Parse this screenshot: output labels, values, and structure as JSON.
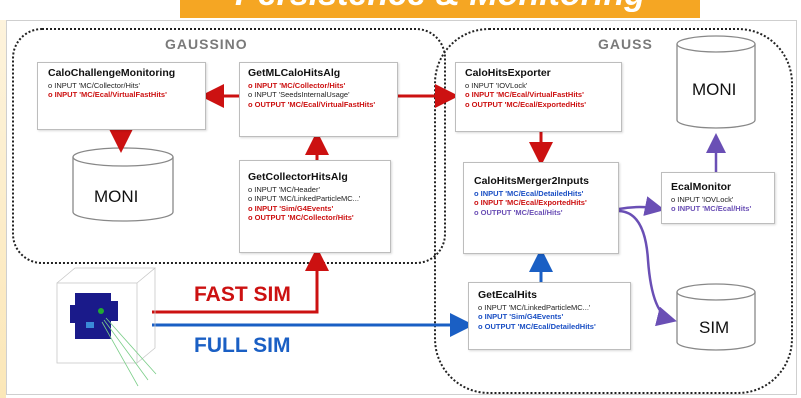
{
  "title": "Persistence & Monitoring",
  "groups": {
    "gaussino": "GAUSSINO",
    "gauss": "GAUSS"
  },
  "boxes": {
    "calo_challenge": {
      "title": "CaloChallengeMonitoring",
      "lines": [
        {
          "text": "o INPUT 'MC/Collector/Hits'",
          "style": "normal"
        },
        {
          "text": "o INPUT 'MC/Ecal/VirtualFastHits'",
          "style": "red"
        }
      ]
    },
    "get_ml": {
      "title": "GetMLCaloHitsAlg",
      "lines": [
        {
          "text": "o INPUT 'MC/Collector/Hits'",
          "style": "red"
        },
        {
          "text": "o INPUT 'SeedsInternalUsage'",
          "style": "normal"
        },
        {
          "text": "o OUTPUT 'MC/Ecal/VirtualFastHits'",
          "style": "red"
        }
      ]
    },
    "get_collector": {
      "title": "GetCollectorHitsAlg",
      "lines": [
        {
          "text": "o INPUT 'MC/Header'",
          "style": "normal"
        },
        {
          "text": "o INPUT 'MC/LinkedParticleMC...'",
          "style": "normal"
        },
        {
          "text": "o INPUT 'Sim/G4Events'",
          "style": "red"
        },
        {
          "text": "o OUTPUT 'MC/Collector/Hits'",
          "style": "red"
        }
      ]
    },
    "exporter": {
      "title": "CaloHitsExporter",
      "lines": [
        {
          "text": "o INPUT 'IOVLock'",
          "style": "normal"
        },
        {
          "text": "o INPUT 'MC/Ecal/VirtualFastHits'",
          "style": "red"
        },
        {
          "text": "o OUTPUT 'MC/Ecal/ExportedHits'",
          "style": "red"
        }
      ]
    },
    "merger": {
      "title": "CaloHitsMerger2Inputs",
      "lines": [
        {
          "text": "o INPUT 'MC/Ecal/DetailedHits'",
          "style": "blue"
        },
        {
          "text": "o INPUT 'MC/Ecal/ExportedHits'",
          "style": "red"
        },
        {
          "text": "o OUTPUT 'MC/Ecal/Hits'",
          "style": "purple"
        }
      ]
    },
    "ecal_monitor": {
      "title": "EcalMonitor",
      "lines": [
        {
          "text": "o INPUT 'IOVLock'",
          "style": "normal"
        },
        {
          "text": "o INPUT 'MC/Ecal/Hits'",
          "style": "purple"
        }
      ]
    },
    "get_ecal": {
      "title": "GetEcalHits",
      "lines": [
        {
          "text": "o INPUT 'MC/LinkedParticleMC...'",
          "style": "normal"
        },
        {
          "text": "o INPUT 'Sim/G4Events'",
          "style": "blue"
        },
        {
          "text": "o OUTPUT 'MC/Ecal/DetailedHits'",
          "style": "blue"
        }
      ]
    }
  },
  "storage": {
    "moni_left": "MONI",
    "moni_right": "MONI",
    "sim": "SIM"
  },
  "labels": {
    "fast_sim": "FAST SIM",
    "full_sim": "FULL SIM"
  },
  "colors": {
    "title_bg": "#f5a623",
    "red": "#cc1111",
    "blue": "#1a5fc4",
    "purple": "#6a4fb5"
  }
}
